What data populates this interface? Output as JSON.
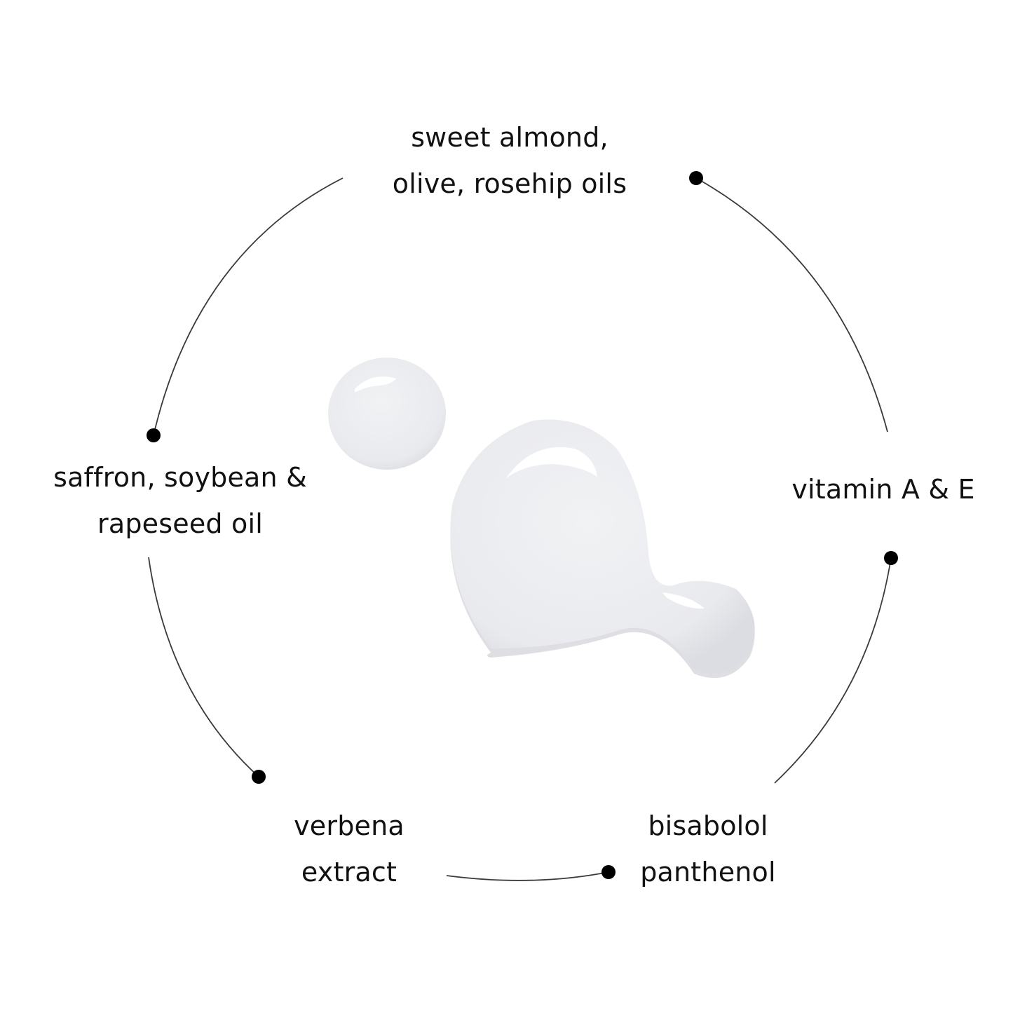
{
  "diagram": {
    "type": "ingredient-circle",
    "colors": {
      "line": "#3a3a3a",
      "dot": "#000000",
      "text": "#111111",
      "drop": "#eeeff2"
    },
    "ingredients": [
      {
        "line1": "sweet almond,",
        "line2": "olive, rosehip oils"
      },
      {
        "line1": "vitamin A & E"
      },
      {
        "line1": "bisabolol",
        "line2": "panthenol"
      },
      {
        "line1": "verbena",
        "line2": "extract"
      },
      {
        "line1": "saffron, soybean &",
        "line2": "rapeseed oil"
      }
    ]
  }
}
